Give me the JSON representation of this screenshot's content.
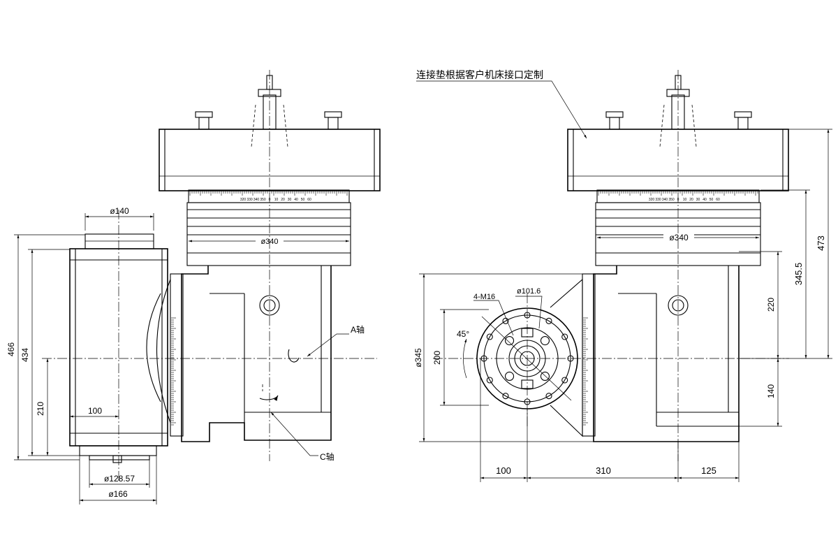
{
  "note": "连接垫根据客户机床接口定制",
  "axis_labels": {
    "a_axis": "A轴",
    "c_axis": "C轴"
  },
  "left_view": {
    "d140": "ø140",
    "d340": "ø340",
    "d128": "ø128.57",
    "d166": "ø166",
    "h466": "466",
    "h434": "434",
    "h210": "210",
    "w100": "100"
  },
  "right_view": {
    "d340": "ø340",
    "d345": "ø345",
    "d101": "ø101.6",
    "m16": "4-M16",
    "ang45": "45°",
    "h200": "200",
    "h473": "473",
    "h3455": "345.5",
    "h220": "220",
    "h140": "140",
    "w100": "100",
    "w310": "310",
    "w125": "125"
  },
  "scale_labels": [
    "320",
    "330",
    "340",
    "350",
    "0",
    "10",
    "20",
    "30",
    "40",
    "50",
    "60"
  ]
}
